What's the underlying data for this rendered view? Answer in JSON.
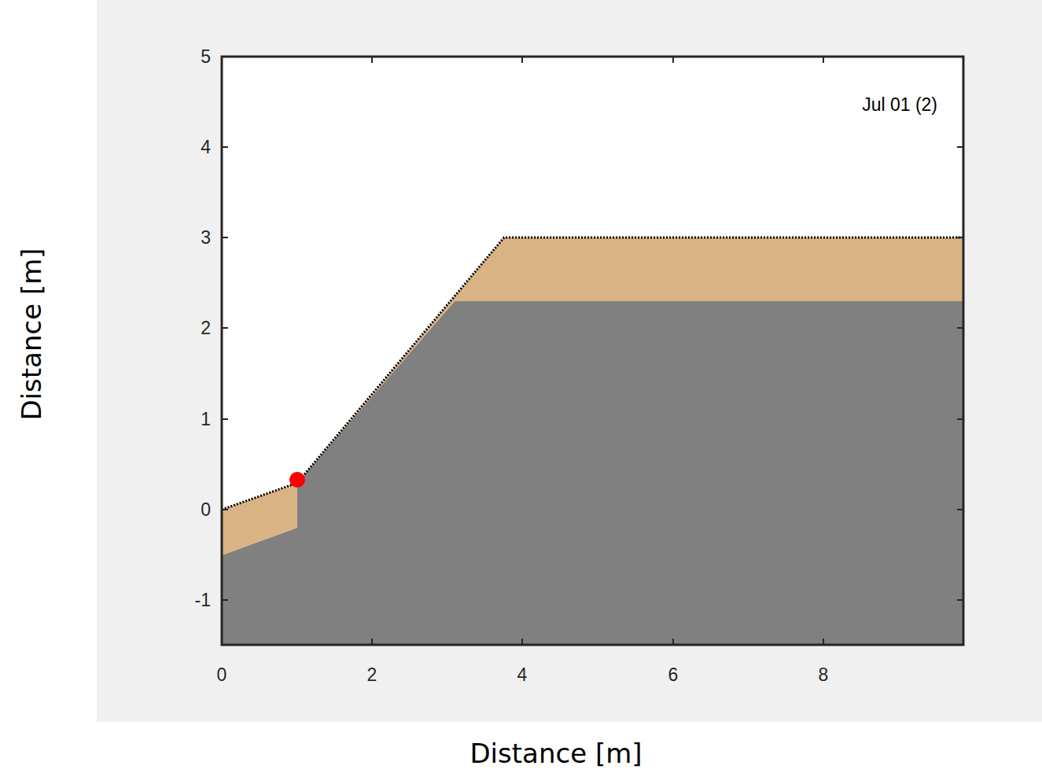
{
  "diagram": {
    "labels": [
      "5",
      "4",
      "3",
      "2",
      "1",
      "0",
      "-1",
      "0",
      "2",
      "4",
      "6",
      "8",
      "Jul 01 (2)",
      "Distance [m]",
      "Distance [m]"
    ]
  }
}
